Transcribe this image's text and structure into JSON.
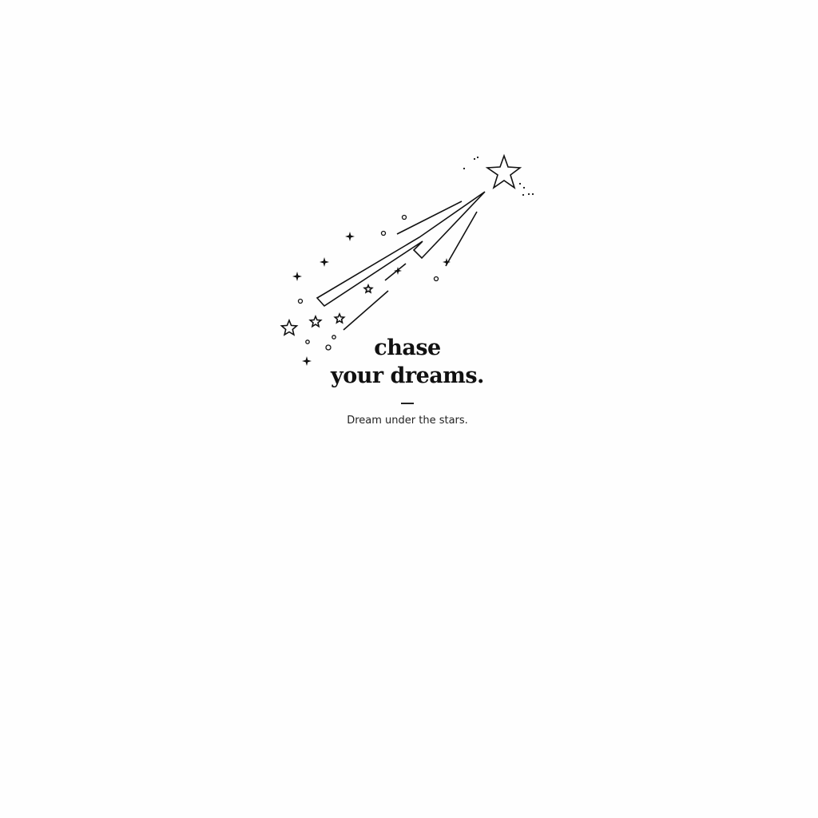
{
  "poster": {
    "headline_line1": "chase",
    "headline_line2": "your dreams.",
    "tagline": "Dream under the stars.",
    "ink_color": "#111111",
    "background_color": "#fefefe"
  }
}
